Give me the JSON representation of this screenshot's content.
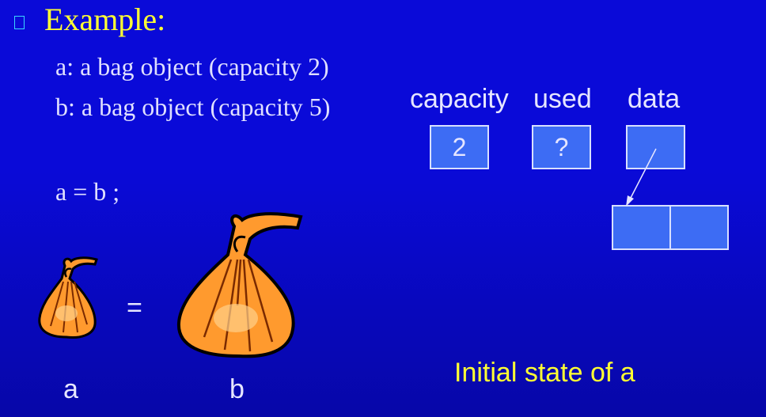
{
  "slide": {
    "heading": "Example:",
    "lines": [
      "a: a bag object (capacity 2)",
      "b: a bag object (capacity 5)",
      "a = b ;"
    ],
    "field_labels": [
      "capacity",
      "used",
      "data"
    ],
    "fields": {
      "capacity_value": "2",
      "used_value": "?"
    },
    "equals": "=",
    "bag_labels": [
      "a",
      "b"
    ],
    "caption": "Initial state of a",
    "colors": {
      "background": "#0a0ad8",
      "heading": "#ffff33",
      "box_fill": "#3d6cf4",
      "bag_fill": "#ff9a2e"
    },
    "icons": [
      "square-bullet-icon",
      "bag-icon"
    ]
  }
}
